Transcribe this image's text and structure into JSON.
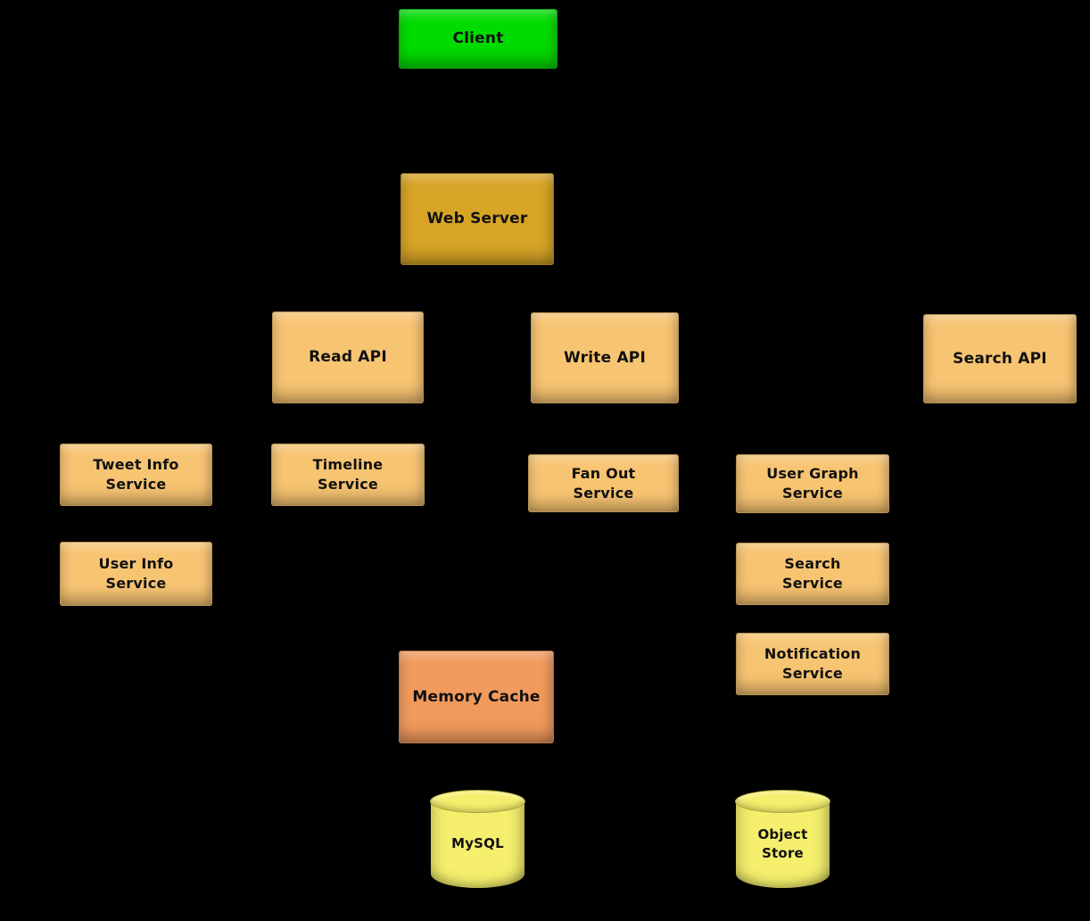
{
  "diagram": {
    "background_color": "#000000",
    "text_color": "#111111"
  },
  "nodes": {
    "client": {
      "label": "Client",
      "fill": "#00dc00",
      "shape": "box"
    },
    "web_server": {
      "label": "Web Server",
      "fill": "#d7a426",
      "shape": "box"
    },
    "read_api": {
      "label": "Read API",
      "fill": "#f7c472",
      "shape": "box"
    },
    "write_api": {
      "label": "Write API",
      "fill": "#f7c472",
      "shape": "box"
    },
    "search_api": {
      "label": "Search API",
      "fill": "#f7c472",
      "shape": "box"
    },
    "tweet_info_service": {
      "label": "Tweet Info\nService",
      "fill": "#f7c472",
      "shape": "box"
    },
    "timeline_service": {
      "label": "Timeline\nService",
      "fill": "#f7c472",
      "shape": "box"
    },
    "fan_out_service": {
      "label": "Fan Out\nService",
      "fill": "#f7c472",
      "shape": "box"
    },
    "user_graph_service": {
      "label": "User Graph\nService",
      "fill": "#f7c472",
      "shape": "box"
    },
    "user_info_service": {
      "label": "User Info\nService",
      "fill": "#f7c472",
      "shape": "box"
    },
    "search_service": {
      "label": "Search\nService",
      "fill": "#f7c472",
      "shape": "box"
    },
    "notification_service": {
      "label": "Notification\nService",
      "fill": "#f7c472",
      "shape": "box"
    },
    "memory_cache": {
      "label": "Memory Cache",
      "fill": "#f19a5d",
      "shape": "box"
    },
    "mysql": {
      "label": "MySQL",
      "fill": "#f5ef6d",
      "shape": "cylinder"
    },
    "object_store": {
      "label": "Object\nStore",
      "fill": "#f5ef6d",
      "shape": "cylinder"
    }
  }
}
